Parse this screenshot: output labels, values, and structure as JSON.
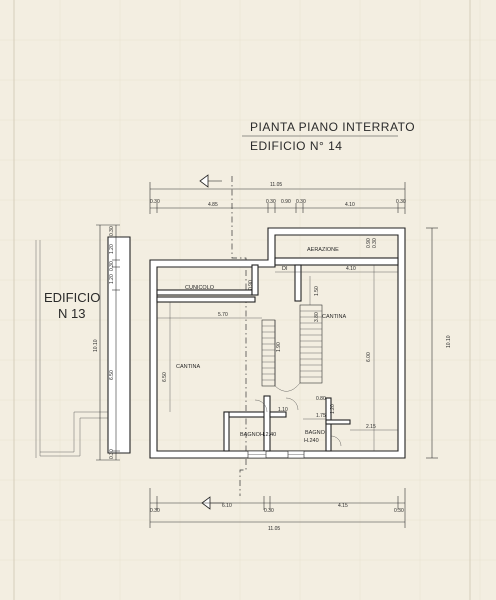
{
  "title": {
    "line1": "PIANTA PIANO INTERRATO",
    "line2": "EDIFICIO N° 14"
  },
  "neighbor": {
    "line1": "EDIFICIO",
    "line2": "N 13"
  },
  "rooms": {
    "aerazione": "AERAZIONE",
    "cunicolo": "CUNICOLO",
    "di": "DI",
    "cantina_left": "CANTINA",
    "cantina_right": "CANTINA",
    "bagno_left": "BAGNO",
    "h_left": "H.2.40",
    "bagno_right": "BAGNO",
    "h_right": "H.240"
  },
  "dims": {
    "top_total": "11.05",
    "top": [
      "0.30",
      "4.85",
      "0.30",
      "0.90",
      "0.30",
      "4.10",
      "0.30"
    ],
    "bottom": [
      "0.30",
      "6.10",
      "0.30",
      "4.15",
      "0.30"
    ],
    "bottom_total": "11.05",
    "right_height": "10.10",
    "left_height": "10.10",
    "left_stack": [
      "0.30",
      "1.20",
      "0.30",
      "1.20",
      "6.50",
      "0.30"
    ],
    "aerazione_h": [
      "0.90",
      "0.30"
    ],
    "inner_4_10": "4.10",
    "cunicolo_h": "0.90",
    "stair_1_50": "1.50",
    "stair_3_80": "3.80",
    "left_5_70": "5.70",
    "left_6_50": "6.50",
    "right_6_00": "6.00",
    "stair_1_90": "1.90",
    "hall_1_10": "1.10",
    "b_0_80": "0.80",
    "b_1_75": "1.75",
    "b_1_20": "1.20",
    "b_2_15": "2.15"
  }
}
